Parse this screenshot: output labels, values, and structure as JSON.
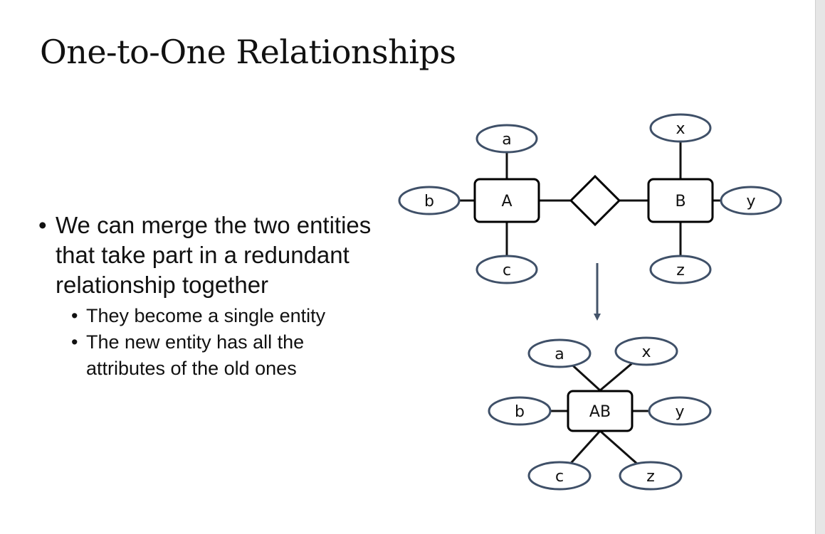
{
  "slide": {
    "title": "One-to-One Relationships",
    "bullet_main": "We can merge the two entities that take part in a redundant relationship together",
    "sub_bullets": [
      "They become a single entity",
      "The new entity has all the attributes of the old ones"
    ]
  },
  "diagram": {
    "before": {
      "entity_a": "A",
      "entity_b": "B",
      "attrs_a": [
        "a",
        "b",
        "c"
      ],
      "attrs_b": [
        "x",
        "y",
        "z"
      ]
    },
    "after": {
      "entity": "AB",
      "attrs": [
        "a",
        "x",
        "b",
        "y",
        "c",
        "z"
      ]
    }
  },
  "colors": {
    "ellipse_stroke": "#3f5068",
    "box_stroke": "#000000",
    "arrow": "#44546a"
  }
}
